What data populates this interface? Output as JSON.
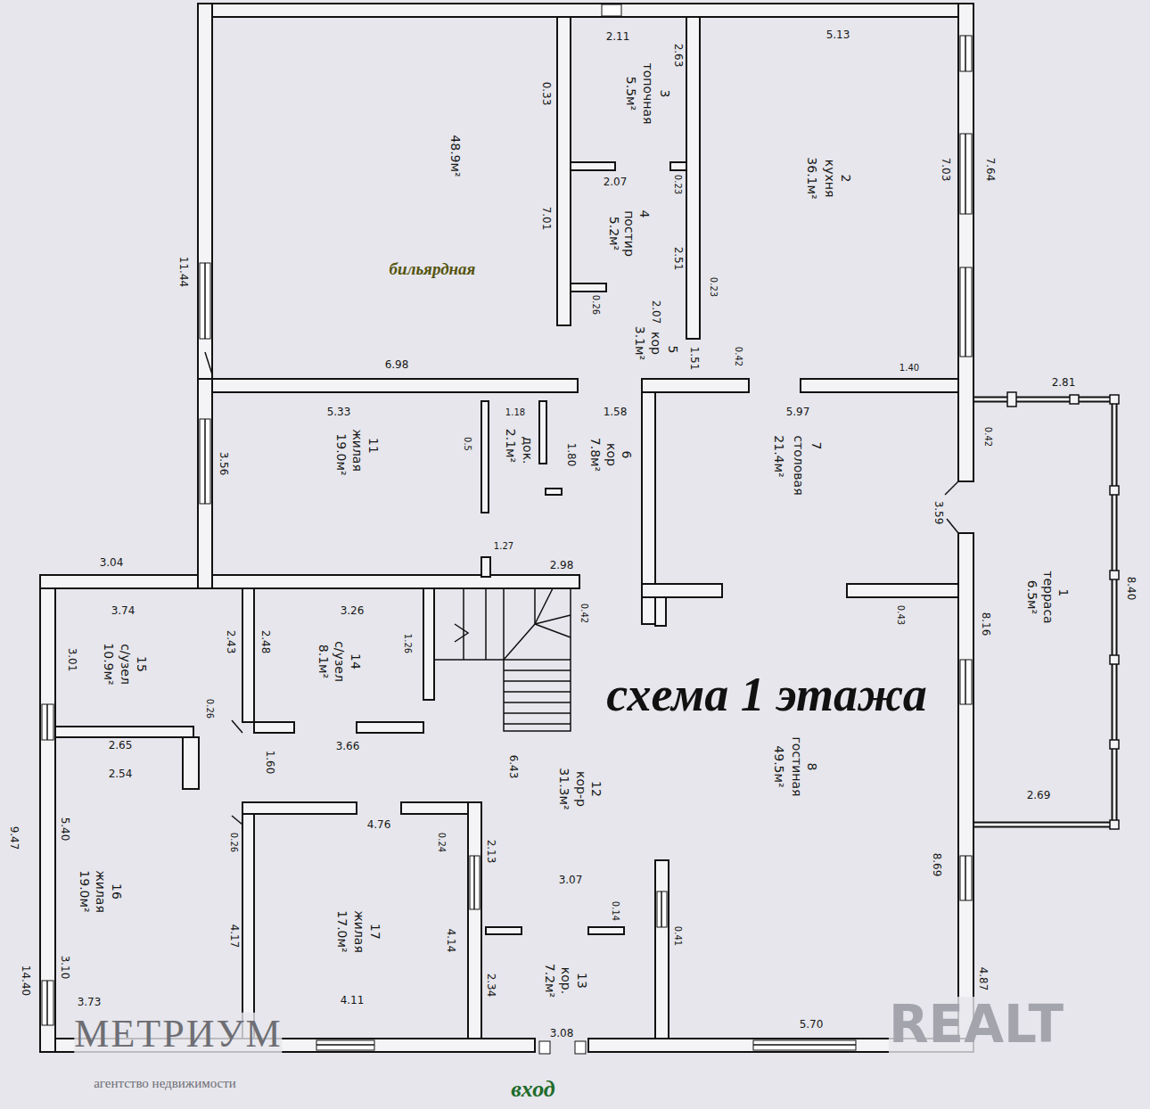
{
  "diagram": {
    "title": "схема 1 этажа",
    "nodes": [
      {
        "text": [
          "48.9м²",
          "бильярдная"
        ]
      },
      {
        "text": [
          "3",
          "топочная",
          "5.5м²"
        ]
      },
      {
        "text": [
          "4",
          "постир",
          "5.2м²"
        ]
      },
      {
        "text": [
          "2",
          "кухня",
          "36.1м²"
        ]
      },
      {
        "text": [
          "5",
          "кор",
          "3.1м²"
        ]
      },
      {
        "text": [
          "11",
          "жилая",
          "19.0м²"
        ]
      },
      {
        "text": [
          "док.",
          "2.1м²"
        ]
      },
      {
        "text": [
          "6",
          "кор",
          "7.8м²"
        ]
      },
      {
        "text": [
          "7",
          "столовая",
          "21.4м²"
        ]
      },
      {
        "text": [
          "1",
          "терраса",
          "6.5м²"
        ]
      },
      {
        "text": [
          "15",
          "с/узел",
          "10.9м²"
        ]
      },
      {
        "text": [
          "14",
          "с/узел",
          "8.1м²"
        ]
      },
      {
        "text": [
          "12",
          "кор-р",
          "31.3м²"
        ]
      },
      {
        "text": [
          "8",
          "гостиная",
          "49.5м²"
        ]
      },
      {
        "text": [
          "16",
          "жилая",
          "19.0м²"
        ]
      },
      {
        "text": [
          "17",
          "жилая",
          "17.0м²"
        ]
      },
      {
        "text": [
          "13",
          "кор.",
          "7.2м²"
        ]
      }
    ],
    "labels": [
      "2.11",
      "2.63",
      "5.13",
      "0.33",
      "7.01",
      "2.07",
      "0.23",
      "2.51",
      "0.23",
      "0.26",
      "2.07",
      "1.51",
      "7.03",
      "7.64",
      "1.40",
      "11.44",
      "6.98",
      "5.33",
      "1.18",
      "1.58",
      "5.97",
      "2.81",
      "0.42",
      "0.42",
      "3.56",
      "0.5",
      "1.80",
      "3.59",
      "8.40",
      "1.27",
      "2.98",
      "3.04",
      "3.74",
      "3.26",
      "0.42",
      "2.43",
      "2.48",
      "3.01",
      "1.26",
      "0.26",
      "2.65",
      "2.54",
      "1.60",
      "3.66",
      "6.43",
      "0.43",
      "8.16",
      "2.69",
      "9.47",
      "5.40",
      "4.76",
      "0.26",
      "0.24",
      "2.13",
      "3.07",
      "0.14",
      "8.69",
      "4.14",
      "4.17",
      "0.41",
      "2.34",
      "4.87",
      "3.10",
      "14.40",
      "3.73",
      "4.11",
      "3.08",
      "5.70",
      "вход",
      "МЕТРИУМ",
      "агентство недвижимости",
      "REALT"
    ]
  }
}
